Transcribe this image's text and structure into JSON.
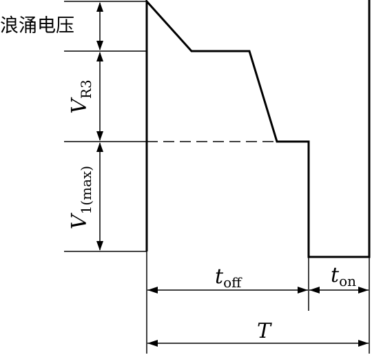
{
  "labels": {
    "surge_voltage": "浪涌电压",
    "vr3_main": "V",
    "vr3_sub": "R3",
    "v1max_main": "V",
    "v1max_sub": "1(max)",
    "toff_main": "t",
    "toff_sub": "off",
    "ton_main": "t",
    "ton_sub": "on",
    "period": "T"
  }
}
